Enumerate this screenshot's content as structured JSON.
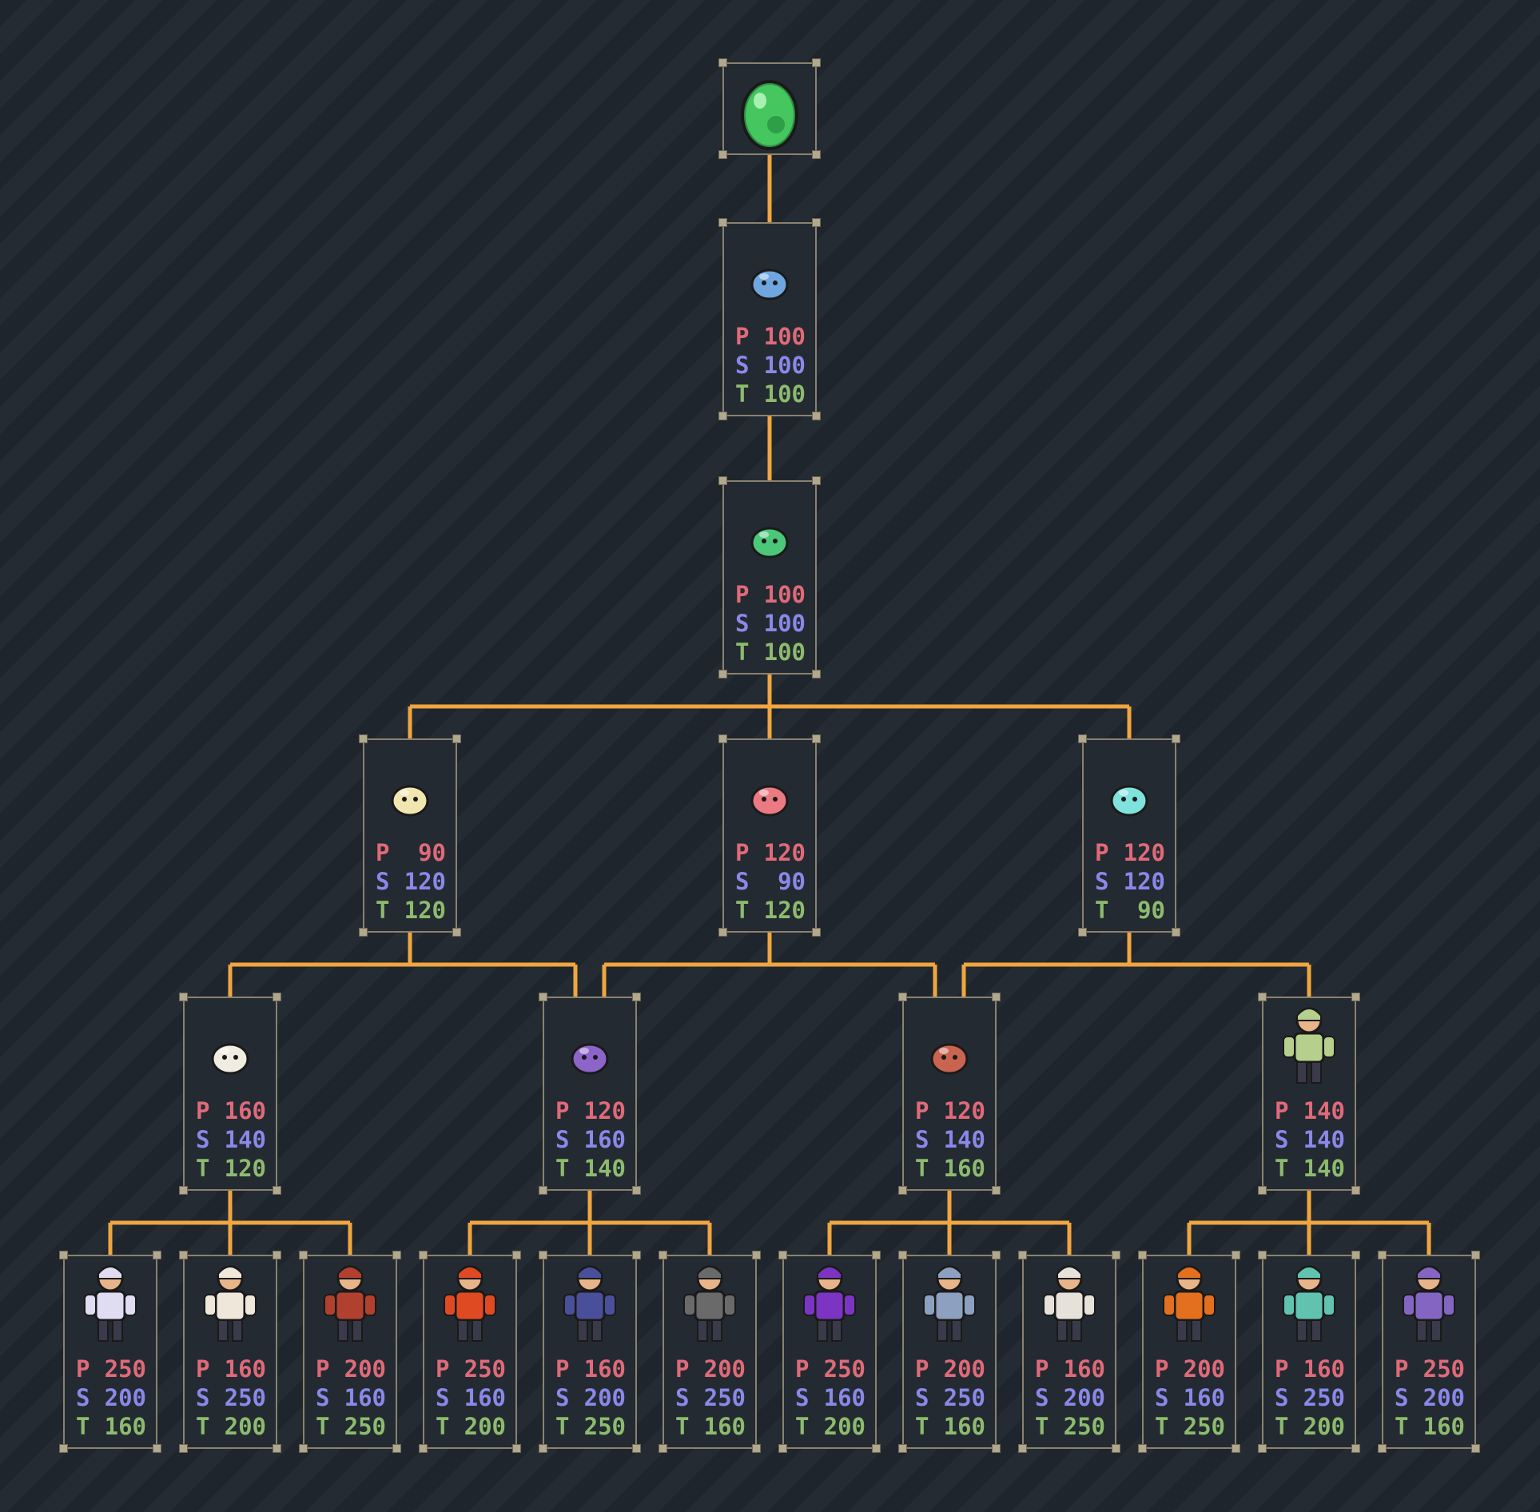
{
  "stat_labels": {
    "p": "P",
    "s": "S",
    "t": "T"
  },
  "colors": {
    "line": "#f0a640",
    "p": "#e06a7a",
    "s": "#8a88e8",
    "t": "#8dbb6e",
    "frame": "#8a826f"
  },
  "root": {
    "icon": "green-egg-icon",
    "color": "#46c65e"
  },
  "nodes": [
    {
      "id": "baby-blue",
      "icon": "blue-blob-icon",
      "color": "#6fa6e0",
      "p": "100",
      "s": "100",
      "t": "100"
    },
    {
      "id": "green-slime",
      "icon": "green-slime-icon",
      "color": "#4cc77a",
      "p": "100",
      "s": "100",
      "t": "100"
    },
    {
      "id": "cream-puff",
      "icon": "cream-puff-icon",
      "color": "#f2e6b0",
      "p": "90",
      "s": "120",
      "t": "120"
    },
    {
      "id": "pink-gourd",
      "icon": "pink-gourd-icon",
      "color": "#ec7a82",
      "p": "120",
      "s": "90",
      "t": "120"
    },
    {
      "id": "cyan-drop",
      "icon": "cyan-drop-icon",
      "color": "#7fe2dc",
      "p": "120",
      "s": "120",
      "t": "90"
    },
    {
      "id": "white-ghost",
      "icon": "white-ghost-icon",
      "color": "#f1ece1",
      "p": "160",
      "s": "140",
      "t": "120"
    },
    {
      "id": "purple-hood",
      "icon": "purple-hood-icon",
      "color": "#8d64c8",
      "p": "120",
      "s": "160",
      "t": "140"
    },
    {
      "id": "red-crab",
      "icon": "red-crab-icon",
      "color": "#c86450",
      "p": "120",
      "s": "140",
      "t": "160"
    },
    {
      "id": "green-ball",
      "icon": "green-ball-icon",
      "color": "#b6cf8d",
      "p": "140",
      "s": "140",
      "t": "140"
    },
    {
      "id": "twin-tail-girl",
      "icon": "twin-tail-girl-icon",
      "color": "#e0dcf2",
      "p": "250",
      "s": "200",
      "t": "160"
    },
    {
      "id": "karate-fighter",
      "icon": "karate-fighter-icon",
      "color": "#efe7da",
      "p": "160",
      "s": "250",
      "t": "200"
    },
    {
      "id": "axe-warrior",
      "icon": "axe-warrior-icon",
      "color": "#b2402e",
      "p": "200",
      "s": "160",
      "t": "250"
    },
    {
      "id": "red-hair-brawler",
      "icon": "red-hair-brawler-icon",
      "color": "#e04a22",
      "p": "250",
      "s": "160",
      "t": "200"
    },
    {
      "id": "blue-knight",
      "icon": "blue-knight-icon",
      "color": "#4a4f9a",
      "p": "160",
      "s": "200",
      "t": "250"
    },
    {
      "id": "top-hat-bruiser",
      "icon": "top-hat-bruiser-icon",
      "color": "#6a6a6a",
      "p": "200",
      "s": "250",
      "t": "160"
    },
    {
      "id": "old-sage",
      "icon": "old-sage-icon",
      "color": "#7b35c2",
      "p": "250",
      "s": "160",
      "t": "200"
    },
    {
      "id": "werewolf",
      "icon": "werewolf-icon",
      "color": "#8da0c0",
      "p": "200",
      "s": "250",
      "t": "160"
    },
    {
      "id": "white-ape",
      "icon": "white-ape-icon",
      "color": "#e6e2da",
      "p": "160",
      "s": "200",
      "t": "250"
    },
    {
      "id": "green-cap-girl",
      "icon": "green-cap-girl-icon",
      "color": "#e2701e",
      "p": "200",
      "s": "160",
      "t": "250"
    },
    {
      "id": "teal-hair-fighter",
      "icon": "teal-hair-fighter-icon",
      "color": "#62c2b0",
      "p": "160",
      "s": "250",
      "t": "200"
    },
    {
      "id": "zombie-jester",
      "icon": "zombie-jester-icon",
      "color": "#8466c2",
      "p": "250",
      "s": "200",
      "t": "160"
    }
  ]
}
